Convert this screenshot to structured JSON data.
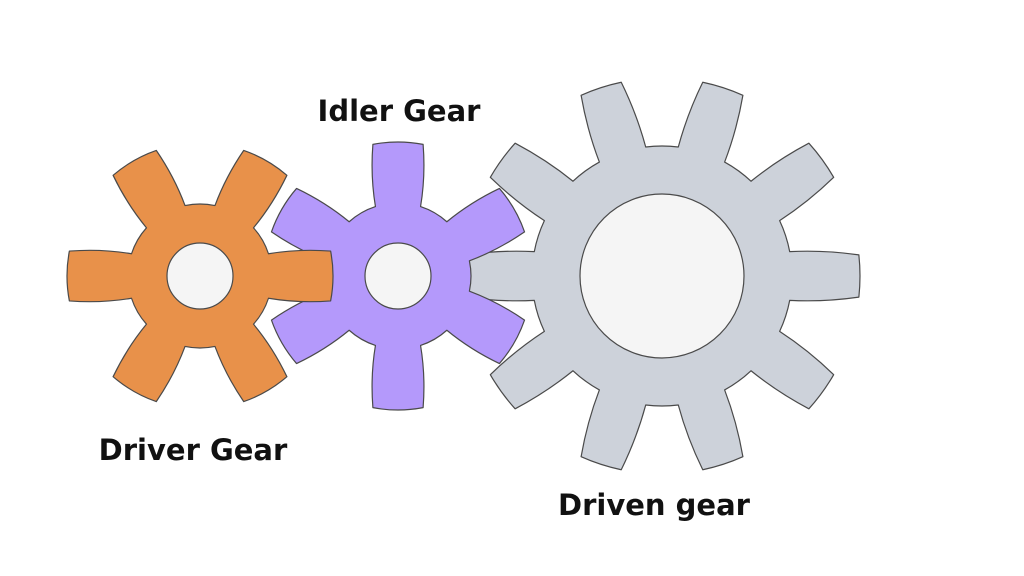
{
  "labels": {
    "idler": "Idler Gear",
    "driver": "Driver Gear",
    "driven": "Driven gear"
  },
  "gears": [
    {
      "id": "driver",
      "teeth": 6,
      "fill": "#e8914a"
    },
    {
      "id": "idler",
      "teeth": 6,
      "fill": "#b499fb"
    },
    {
      "id": "driven",
      "teeth": 10,
      "fill": "#cdd2da"
    }
  ],
  "colors": {
    "bore": "#f5f5f5",
    "outline": "#4a4a4a",
    "background": "#ffffff"
  }
}
